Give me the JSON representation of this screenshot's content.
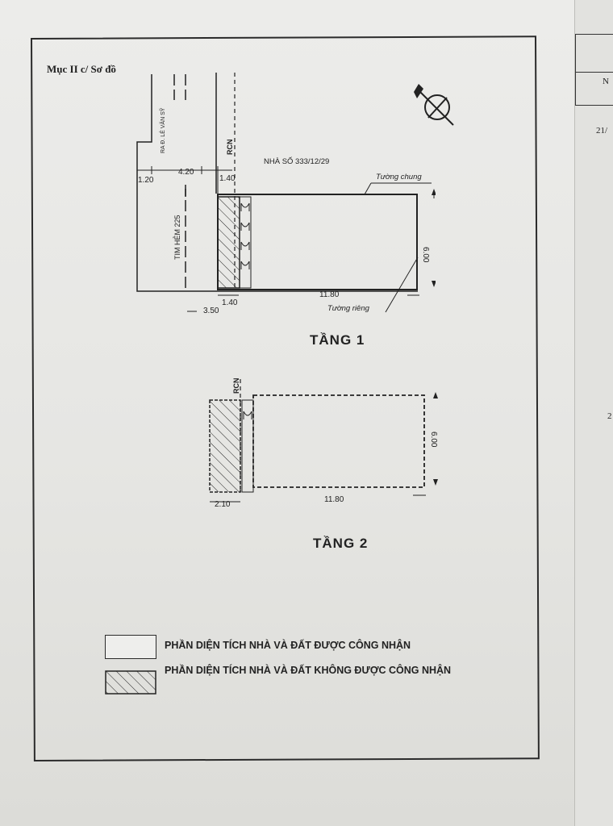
{
  "document": {
    "section_title": "Mục II c/ Sơ đồ",
    "street_label": "RA Đ. LÊ VĂN SỸ",
    "alley_label": "TIM HẺM 225",
    "rcn": "RCN",
    "house_number": "NHÀ SỐ 333/12/29",
    "common_wall": "Tường chung",
    "private_wall": "Tường riêng",
    "floor1": {
      "title": "TẦNG 1",
      "dim_top_left": "1.20",
      "dim_top_mid": "4.20",
      "dim_top_right": "1.40",
      "dim_width": "6.00",
      "dim_length": "11.80",
      "dim_bottom_small": "1.40",
      "dim_bottom_left": "3.50"
    },
    "floor2": {
      "title": "TẦNG 2",
      "rcn": "RCN",
      "dim_width": "6.00",
      "dim_length": "11.80",
      "dim_left": "2.10"
    },
    "legend": {
      "recognized": "PHẦN DIỆN TÍCH  NHÀ VÀ ĐẤT ĐƯỢC CÔNG NHẬN",
      "not_recognized": "PHẦN DIỆN TÍCH  NHÀ VÀ ĐẤT KHÔNG ĐƯỢC CÔNG NHẬN"
    },
    "right_edge": {
      "t1": "N",
      "t2": "21/",
      "t3": "2"
    }
  }
}
